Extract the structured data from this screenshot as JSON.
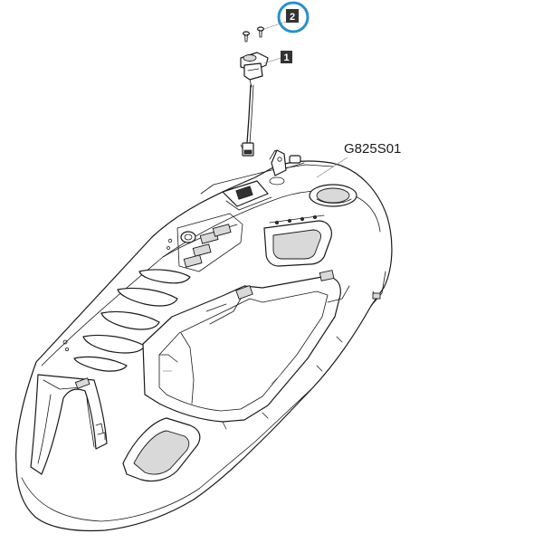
{
  "diagram": {
    "reference_code": "G825S01",
    "callouts": [
      {
        "id": "callout-2",
        "label": "2",
        "highlighted": true
      },
      {
        "id": "callout-1",
        "label": "1",
        "highlighted": false
      }
    ],
    "colors": {
      "line": "#1a1a1a",
      "callout_box": "#333333",
      "highlight_ring": "#2a90c8"
    }
  }
}
